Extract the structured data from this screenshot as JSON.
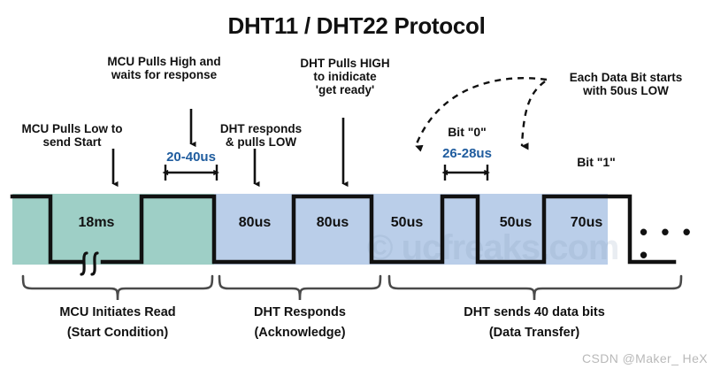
{
  "title": "DHT11 / DHT22 Protocol",
  "colors": {
    "start_band": "#9ecfc6",
    "data_band": "#bacee9",
    "accent_text": "#1f5c9e",
    "line": "#111111",
    "watermark": "#b9b9b9"
  },
  "annotations": {
    "mcu_pulls_low": "MCU Pulls Low to\nsend Start",
    "mcu_pulls_high": "MCU Pulls High and\nwaits for response",
    "dht_responds": "DHT responds\n& pulls LOW",
    "dht_pulls_high": "DHT Pulls HIGH\nto inidicate\n'get ready'",
    "each_data_bit": "Each Data Bit starts\nwith 50us LOW",
    "duration_20_40us": "20-40us",
    "bit_zero_label": "Bit \"0\"",
    "bit_zero_duration": "26-28us",
    "bit_one_label": "Bit \"1\""
  },
  "waveform": {
    "segments": [
      {
        "label": "18ms",
        "level": "low",
        "band": "start",
        "has_break": true
      },
      {
        "label": "80us",
        "level": "low",
        "band": "data"
      },
      {
        "label": "80us",
        "level": "high",
        "band": "data"
      },
      {
        "label": "50us",
        "level": "low",
        "band": "data"
      },
      {
        "label": "50us",
        "level": "low",
        "band": "data"
      },
      {
        "label": "70us",
        "level": "high",
        "band": "data"
      }
    ],
    "continuation": "• • • •"
  },
  "phases": [
    {
      "title": "MCU Initiates Read",
      "subtitle": "(Start Condition)"
    },
    {
      "title": "DHT Responds",
      "subtitle": "(Acknowledge)"
    },
    {
      "title": "DHT sends 40 data bits",
      "subtitle": "(Data Transfer)"
    }
  ],
  "watermarks": {
    "site": "© ucfreaks.com",
    "author": "CSDN @Maker_ HeX"
  }
}
